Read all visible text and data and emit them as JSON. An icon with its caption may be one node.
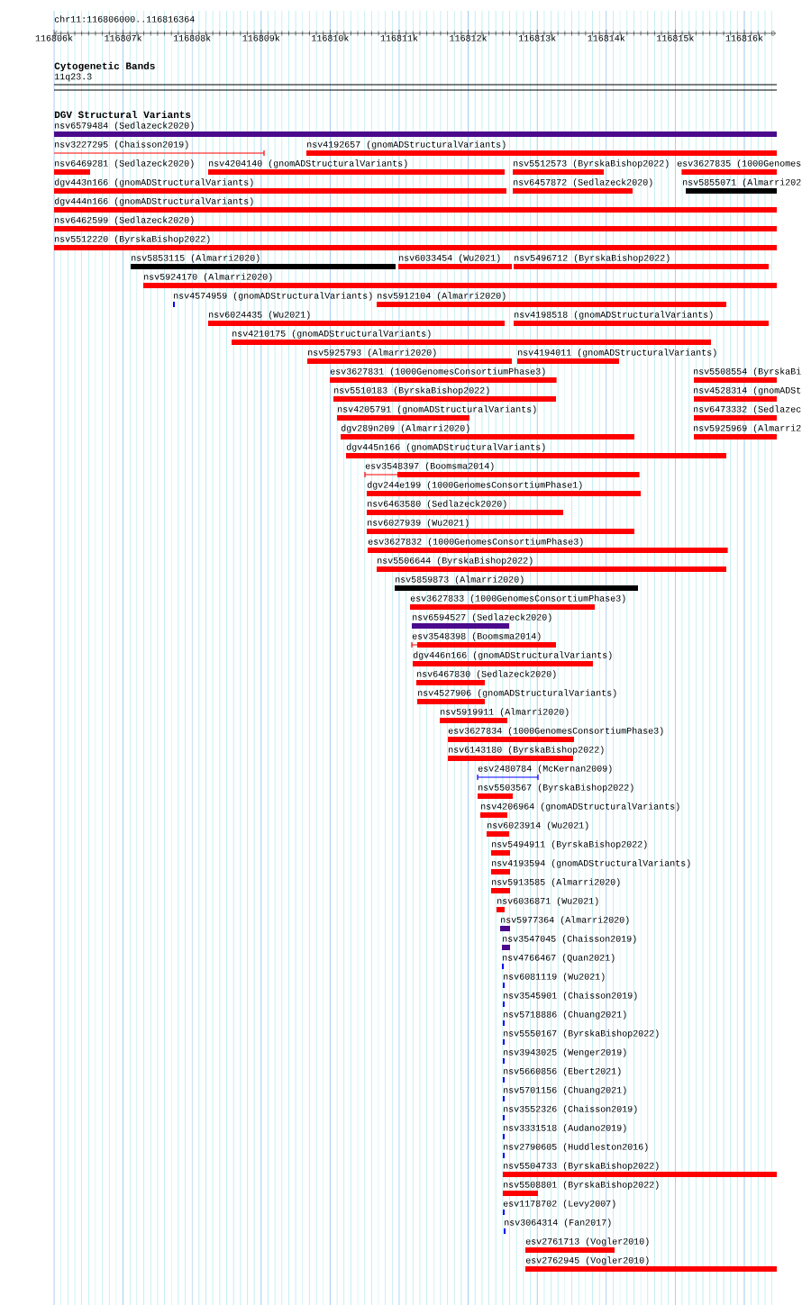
{
  "diagram": {
    "nodes": [
      {
        "text": [
          "nsv6579484 (Sedlazeck2020)"
        ]
      },
      {
        "text": [
          "nsv3227295 (Chaisson2019)"
        ]
      },
      {
        "text": [
          "nsv4192657 (gnomADStructuralVariants)"
        ]
      },
      {
        "text": [
          "nsv6469281 (Sedlazeck2020)"
        ]
      },
      {
        "text": [
          "nsv4204140 (gnomADStructuralVariants)"
        ]
      },
      {
        "text": [
          "nsv5512573 (ByrskaBishop2022)"
        ]
      },
      {
        "text": [
          "esv3627835 (1000Genomes"
        ]
      },
      {
        "text": [
          "dgv443n166 (gnomADStructuralVariants)"
        ]
      },
      {
        "text": [
          "nsv6457872 (Sedlazeck2020)"
        ]
      },
      {
        "text": [
          "nsv5855071 (Almarri202"
        ]
      },
      {
        "text": [
          "dgv444n166 (gnomADStructuralVariants)"
        ]
      },
      {
        "text": [
          "nsv6462599 (Sedlazeck2020)"
        ]
      },
      {
        "text": [
          "nsv5512220 (ByrskaBishop2022)"
        ]
      },
      {
        "text": [
          "nsv5853115 (Almarri2020)"
        ]
      },
      {
        "text": [
          "nsv6033454 (Wu2021)"
        ]
      },
      {
        "text": [
          "nsv5496712 (ByrskaBishop2022)"
        ]
      },
      {
        "text": [
          "nsv5924170 (Almarri2020)"
        ]
      },
      {
        "text": [
          "nsv4574959 (gnomADStructuralVariants)"
        ]
      },
      {
        "text": [
          "nsv5912104 (Almarri2020)"
        ]
      },
      {
        "text": [
          "nsv6024435 (Wu2021)"
        ]
      },
      {
        "text": [
          "nsv4198518 (gnomADStructuralVariants)"
        ]
      },
      {
        "text": [
          "nsv4210175 (gnomADStructuralVariants)"
        ]
      },
      {
        "text": [
          "nsv5925793 (Almarri2020)"
        ]
      },
      {
        "text": [
          "nsv4194011 (gnomADStructuralVariants)"
        ]
      },
      {
        "text": [
          "esv3627831 (1000GenomesConsortiumPhase3)"
        ]
      },
      {
        "text": [
          "nsv5508554 (ByrskaBi"
        ]
      },
      {
        "text": [
          "nsv5510183 (ByrskaBishop2022)"
        ]
      },
      {
        "text": [
          "nsv4528314 (gnomADSt"
        ]
      },
      {
        "text": [
          "nsv4205791 (gnomADStructuralVariants)"
        ]
      },
      {
        "text": [
          "nsv6473332 (Sedlazec"
        ]
      },
      {
        "text": [
          "dgv289n209 (Almarri2020)"
        ]
      },
      {
        "text": [
          "nsv5925969 (Almarri2"
        ]
      },
      {
        "text": [
          "dgv445n166 (gnomADStructuralVariants)"
        ]
      },
      {
        "text": [
          "esv3548397 (Boomsma2014)"
        ]
      },
      {
        "text": [
          "dgv244e199 (1000GenomesConsortiumPhase1)"
        ]
      },
      {
        "text": [
          "nsv6463580 (Sedlazeck2020)"
        ]
      },
      {
        "text": [
          "nsv6027939 (Wu2021)"
        ]
      },
      {
        "text": [
          "esv3627832 (1000GenomesConsortiumPhase3)"
        ]
      },
      {
        "text": [
          "nsv5506644 (ByrskaBishop2022)"
        ]
      },
      {
        "text": [
          "nsv5859873 (Almarri2020)"
        ]
      },
      {
        "text": [
          "esv3627833 (1000GenomesConsortiumPhase3)"
        ]
      },
      {
        "text": [
          "nsv6594527 (Sedlazeck2020)"
        ]
      },
      {
        "text": [
          "esv3548398 (Boomsma2014)"
        ]
      },
      {
        "text": [
          "dgv446n166 (gnomADStructuralVariants)"
        ]
      },
      {
        "text": [
          "nsv6467830 (Sedlazeck2020)"
        ]
      },
      {
        "text": [
          "nsv4527906 (gnomADStructuralVariants)"
        ]
      },
      {
        "text": [
          "nsv5919911 (Almarri2020)"
        ]
      },
      {
        "text": [
          "esv3627834 (1000GenomesConsortiumPhase3)"
        ]
      },
      {
        "text": [
          "nsv6143180 (ByrskaBishop2022)"
        ]
      },
      {
        "text": [
          "esv2480784 (McKernan2009)"
        ]
      },
      {
        "text": [
          "nsv5503567 (ByrskaBishop2022)"
        ]
      },
      {
        "text": [
          "nsv4206964 (gnomADStructuralVariants)"
        ]
      },
      {
        "text": [
          "nsv6023914 (Wu2021)"
        ]
      },
      {
        "text": [
          "nsv5494911 (ByrskaBishop2022)"
        ]
      },
      {
        "text": [
          "nsv4193594 (gnomADStructuralVariants)"
        ]
      },
      {
        "text": [
          "nsv5913585 (Almarri2020)"
        ]
      },
      {
        "text": [
          "nsv6036871 (Wu2021)"
        ]
      },
      {
        "text": [
          "nsv5977364 (Almarri2020)"
        ]
      },
      {
        "text": [
          "nsv3547045 (Chaisson2019)"
        ]
      },
      {
        "text": [
          "nsv4766467 (Quan2021)"
        ]
      },
      {
        "text": [
          "nsv6081119 (Wu2021)"
        ]
      },
      {
        "text": [
          "nsv3545901 (Chaisson2019)"
        ]
      },
      {
        "text": [
          "nsv5718886 (Chuang2021)"
        ]
      },
      {
        "text": [
          "nsv5550167 (ByrskaBishop2022)"
        ]
      },
      {
        "text": [
          "nsv3943025 (Wenger2019)"
        ]
      },
      {
        "text": [
          "nsv5660856 (Ebert2021)"
        ]
      },
      {
        "text": [
          "nsv5701156 (Chuang2021)"
        ]
      },
      {
        "text": [
          "nsv3552326 (Chaisson2019)"
        ]
      },
      {
        "text": [
          "nsv3331518 (Audano2019)"
        ]
      },
      {
        "text": [
          "nsv2790605 (Huddleston2016)"
        ]
      },
      {
        "text": [
          "nsv5504733 (ByrskaBishop2022)"
        ]
      },
      {
        "text": [
          "nsv5508801 (ByrskaBishop2022)"
        ]
      },
      {
        "text": [
          "esv1178702 (Levy2007)"
        ]
      },
      {
        "text": [
          "nsv3064314 (Fan2017)"
        ]
      },
      {
        "text": [
          "esv2761713 (Vogler2010)"
        ]
      },
      {
        "text": [
          "esv2762945 (Vogler2010)"
        ]
      }
    ],
    "labels": [
      "chr11:116806000..116816364",
      "116806k",
      "116807k",
      "116808k",
      "116809k",
      "116810k",
      "116811k",
      "116812k",
      "116813k",
      "116814k",
      "116815k",
      "116816k",
      "Cytogenetic Bands",
      "11q23.3",
      "DGV Structural Variants"
    ]
  }
}
